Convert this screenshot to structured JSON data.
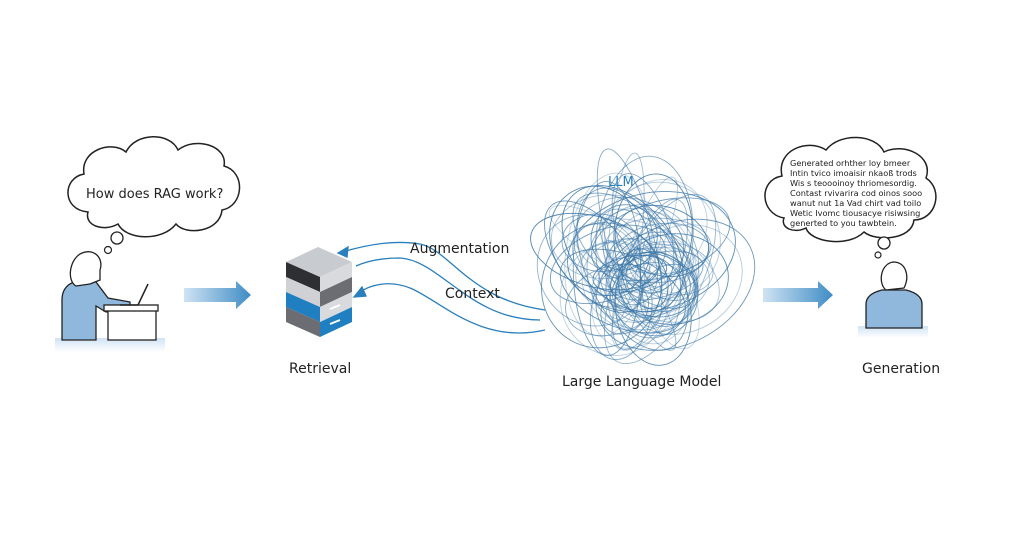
{
  "user": {
    "question": "How does RAG work?"
  },
  "retrieval": {
    "label": "Retrieval",
    "augmentation_label": "Augmentation",
    "context_label": "Context"
  },
  "llm": {
    "tag": "LLM",
    "label": "Large Language Model"
  },
  "generation": {
    "label": "Generation",
    "answer_lines": [
      "Generated orhther loy bmeer",
      "Intin tvico imoaisir nkaoß trods",
      "Wis s teoooinoy thriomesordig.",
      "Contast rvivarira cod oinos sooo",
      "wanut nut 1a Vad chirt vad toilo",
      "Wetic Ivomc tiousacye risiwsing",
      "generted to you  tawbtein."
    ]
  },
  "colors": {
    "accent": "#1f7fc0",
    "person_fill": "#8fb8dc",
    "arrow": "#4a90c8",
    "scribble": "#3d78a8"
  }
}
